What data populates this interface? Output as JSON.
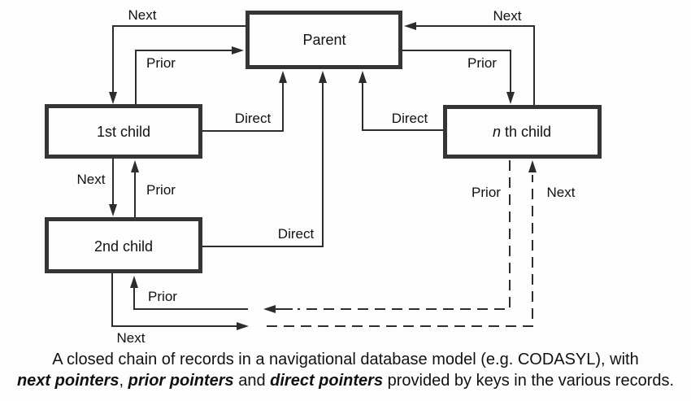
{
  "diagram": {
    "nodes": {
      "parent": "Parent",
      "first_child": "1st child",
      "second_child": "2nd child",
      "nth_child_prefix": "n",
      "nth_child_suffix": " th child"
    },
    "labels": {
      "next_parent_to_first": "Next",
      "prior_first_to_parent": "Prior",
      "next_nth_to_parent": "Next",
      "prior_parent_to_nth": "Prior",
      "direct_first_to_parent": "Direct",
      "direct_nth_to_parent": "Direct",
      "direct_second_to_parent": "Direct",
      "next_first_to_second": "Next",
      "prior_second_to_first": "Prior",
      "prior_chain_to_second": "Prior",
      "next_second_to_chain": "Next",
      "prior_nth_chain_down": "Prior",
      "next_chain_up_to_nth": "Next"
    },
    "colors": {
      "line": "#2d2d2d",
      "box_border": "#353535",
      "background": "#fdfdfd"
    }
  },
  "caption": {
    "line1": "A closed chain of records in a navigational database model (e.g. CODASYL), with",
    "line2": {
      "part1_bold_italic": "next pointers",
      "part2": ", ",
      "part3_bold_italic": "prior pointers",
      "part4": " and ",
      "part5_bold_italic": "direct pointers",
      "part6": " provided by keys in the various records."
    }
  }
}
